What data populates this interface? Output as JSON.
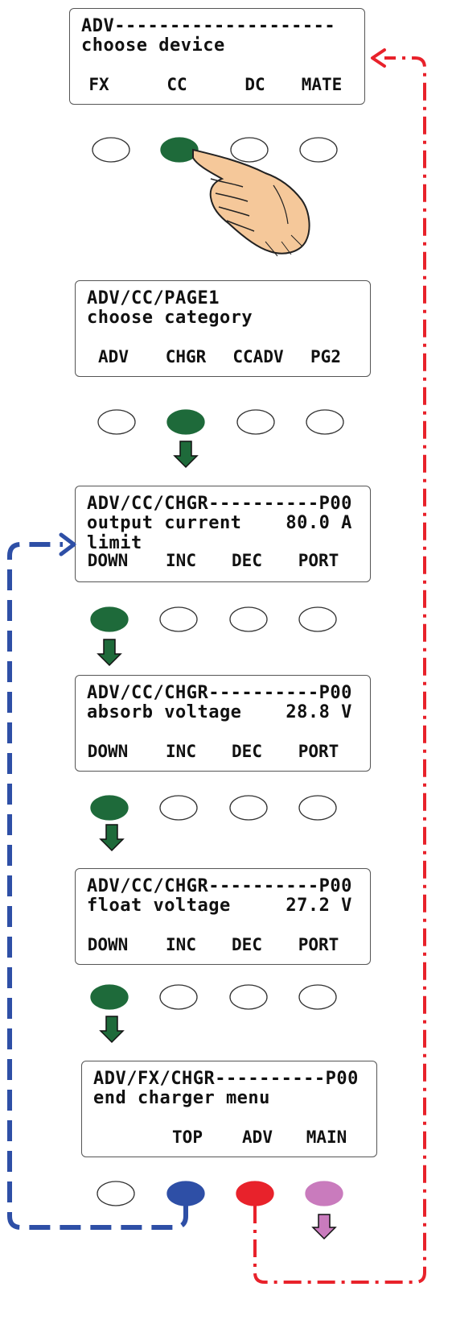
{
  "screens": [
    {
      "line1": "ADV--------------------",
      "line2": "choose device",
      "line3": "",
      "keys": [
        "FX",
        "CC",
        "DC",
        "MATE"
      ]
    },
    {
      "line1": "ADV/CC/PAGE1",
      "line2": "choose category",
      "line3": "",
      "keys": [
        "ADV",
        "CHGR",
        "CCADV",
        "PG2"
      ]
    },
    {
      "line1": "ADV/CC/CHGR----------P00",
      "line2": "output current    80.0 A",
      "line3": "limit",
      "keys": [
        "DOWN",
        "INC",
        "DEC",
        "PORT"
      ]
    },
    {
      "line1": "ADV/CC/CHGR----------P00",
      "line2": "absorb voltage    28.8 V",
      "line3": "",
      "keys": [
        "DOWN",
        "INC",
        "DEC",
        "PORT"
      ]
    },
    {
      "line1": "ADV/CC/CHGR----------P00",
      "line2": "float voltage     27.2 V",
      "line3": "",
      "keys": [
        "DOWN",
        "INC",
        "DEC",
        "PORT"
      ]
    },
    {
      "line1": "ADV/FX/CHGR----------P00",
      "line2": "end charger menu",
      "line3": "",
      "keys": [
        "",
        "TOP",
        "ADV",
        "MAIN"
      ]
    }
  ],
  "button_rows": [
    {
      "pressed": [
        false,
        true,
        false,
        false
      ],
      "colors": [
        "",
        "#1e6a3a",
        "",
        ""
      ]
    },
    {
      "pressed": [
        false,
        true,
        false,
        false
      ],
      "colors": [
        "",
        "#1e6a3a",
        "",
        ""
      ]
    },
    {
      "pressed": [
        true,
        false,
        false,
        false
      ],
      "colors": [
        "#1e6a3a",
        "",
        "",
        ""
      ]
    },
    {
      "pressed": [
        true,
        false,
        false,
        false
      ],
      "colors": [
        "#1e6a3a",
        "",
        "",
        ""
      ]
    },
    {
      "pressed": [
        true,
        false,
        false,
        false
      ],
      "colors": [
        "#1e6a3a",
        "",
        "",
        ""
      ]
    },
    {
      "pressed": [
        false,
        true,
        true,
        true
      ],
      "colors": [
        "",
        "#2e4fa6",
        "#e8222b",
        "#c97bbd"
      ]
    }
  ],
  "colors": {
    "green": "#1e6a3a",
    "blue": "#2e4fa6",
    "red": "#e8222b",
    "pink": "#c97bbd",
    "hand": "#f5c89a"
  }
}
